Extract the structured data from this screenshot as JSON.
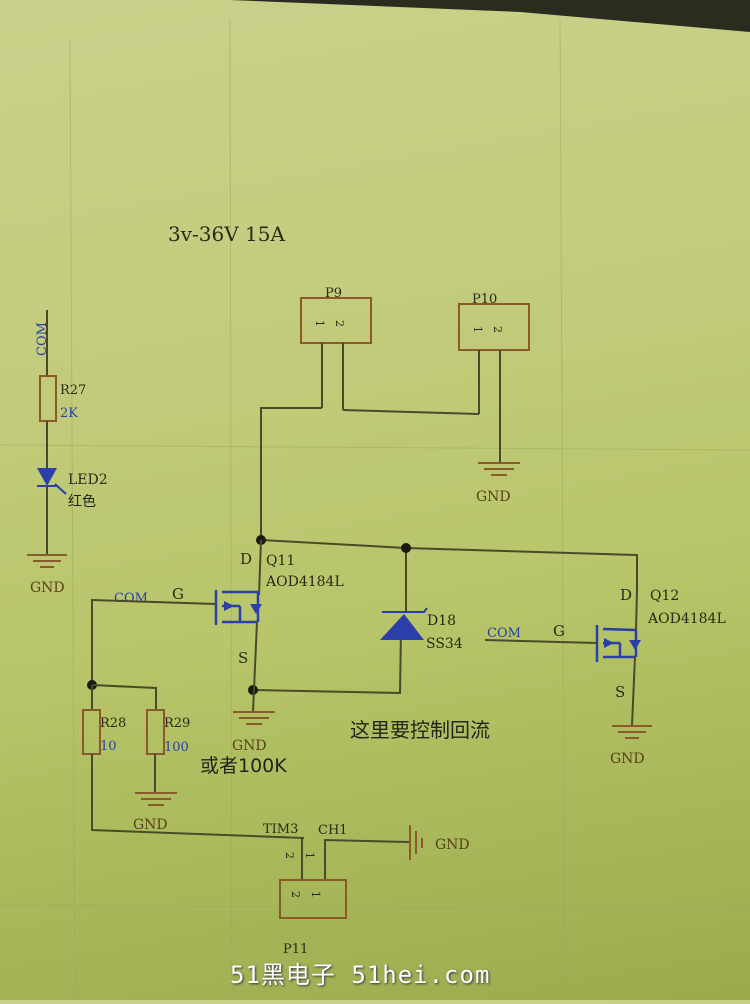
{
  "schematic": {
    "title": "3v-36V 15A",
    "colors": {
      "background": "#c4cc7e",
      "wire": "#4a4a28",
      "component": "#8a5a2a",
      "net_label": "#2a3fa8",
      "diode": "#2a3fa8"
    },
    "led_branch": {
      "net": "COM",
      "resistor": {
        "ref": "R27",
        "value": "2K"
      },
      "led": {
        "ref": "LED2",
        "value": "红色"
      },
      "ground": "GND"
    },
    "connectors": [
      {
        "ref": "P9",
        "pins": [
          "1",
          "2"
        ]
      },
      {
        "ref": "P10",
        "pins": [
          "1",
          "2"
        ]
      },
      {
        "ref": "P11",
        "pins": [
          "2",
          "1"
        ]
      }
    ],
    "p10_ground": "GND",
    "q11": {
      "ref": "Q11",
      "value": "AOD4184L",
      "drain": "D",
      "gate": "G",
      "source": "S",
      "gate_net": "COM",
      "ground": "GND"
    },
    "q12": {
      "ref": "Q12",
      "value": "AOD4184L",
      "drain": "D",
      "gate": "G",
      "source": "S",
      "gate_net": "COM",
      "ground": "GND"
    },
    "diode": {
      "ref": "D18",
      "value": "SS34"
    },
    "r28": {
      "ref": "R28",
      "value": "10"
    },
    "r29": {
      "ref": "R29",
      "value": "100",
      "ground": "GND"
    },
    "note_r29": "或者100K",
    "note_flyback": "这里要控制回流",
    "tim_net": {
      "left": "TIM3",
      "right": "CH1"
    },
    "p11_ground": "GND"
  },
  "watermark": "51黑电子 51hei.com"
}
